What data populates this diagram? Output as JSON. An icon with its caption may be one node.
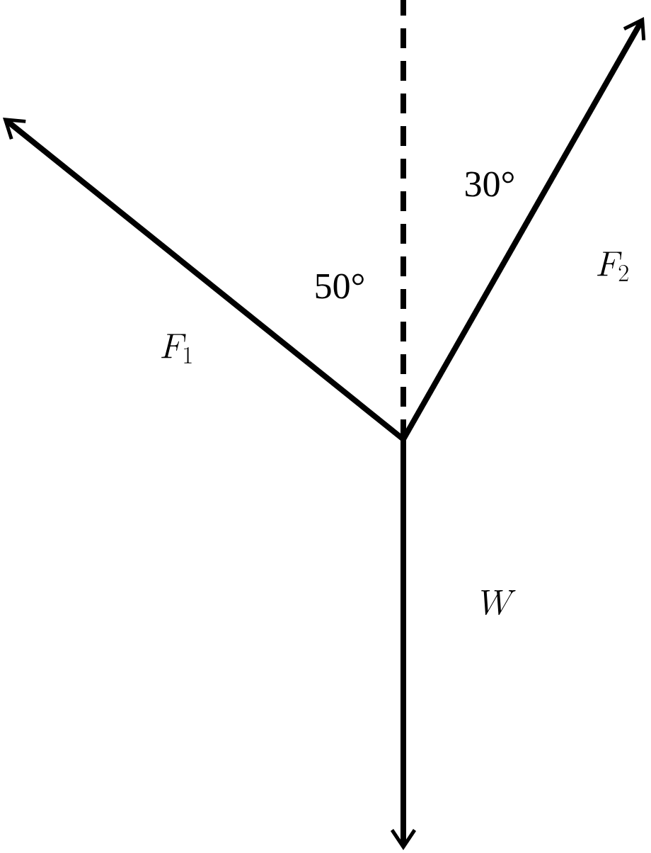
{
  "diagram": {
    "labels": [
      "30°",
      "F_2",
      "50°",
      "F_1",
      "W"
    ]
  }
}
